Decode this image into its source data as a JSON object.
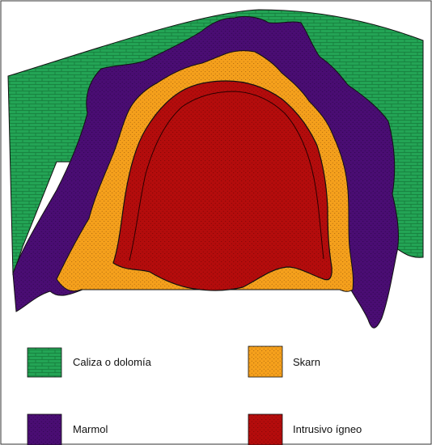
{
  "figure": {
    "legend": [
      {
        "key": "caliza",
        "label": "Caliza o dolomía",
        "color": "#23a455",
        "pattern": "brick"
      },
      {
        "key": "skarn",
        "label": "Skarn",
        "color": "#f5a01c",
        "pattern": "stipple"
      },
      {
        "key": "marmol",
        "label": "Marmol",
        "color": "#4a0d73",
        "pattern": "stipple"
      },
      {
        "key": "intrusivo",
        "label": "Intrusivo ígneo",
        "color": "#b40c0c",
        "pattern": "stipple"
      }
    ]
  }
}
